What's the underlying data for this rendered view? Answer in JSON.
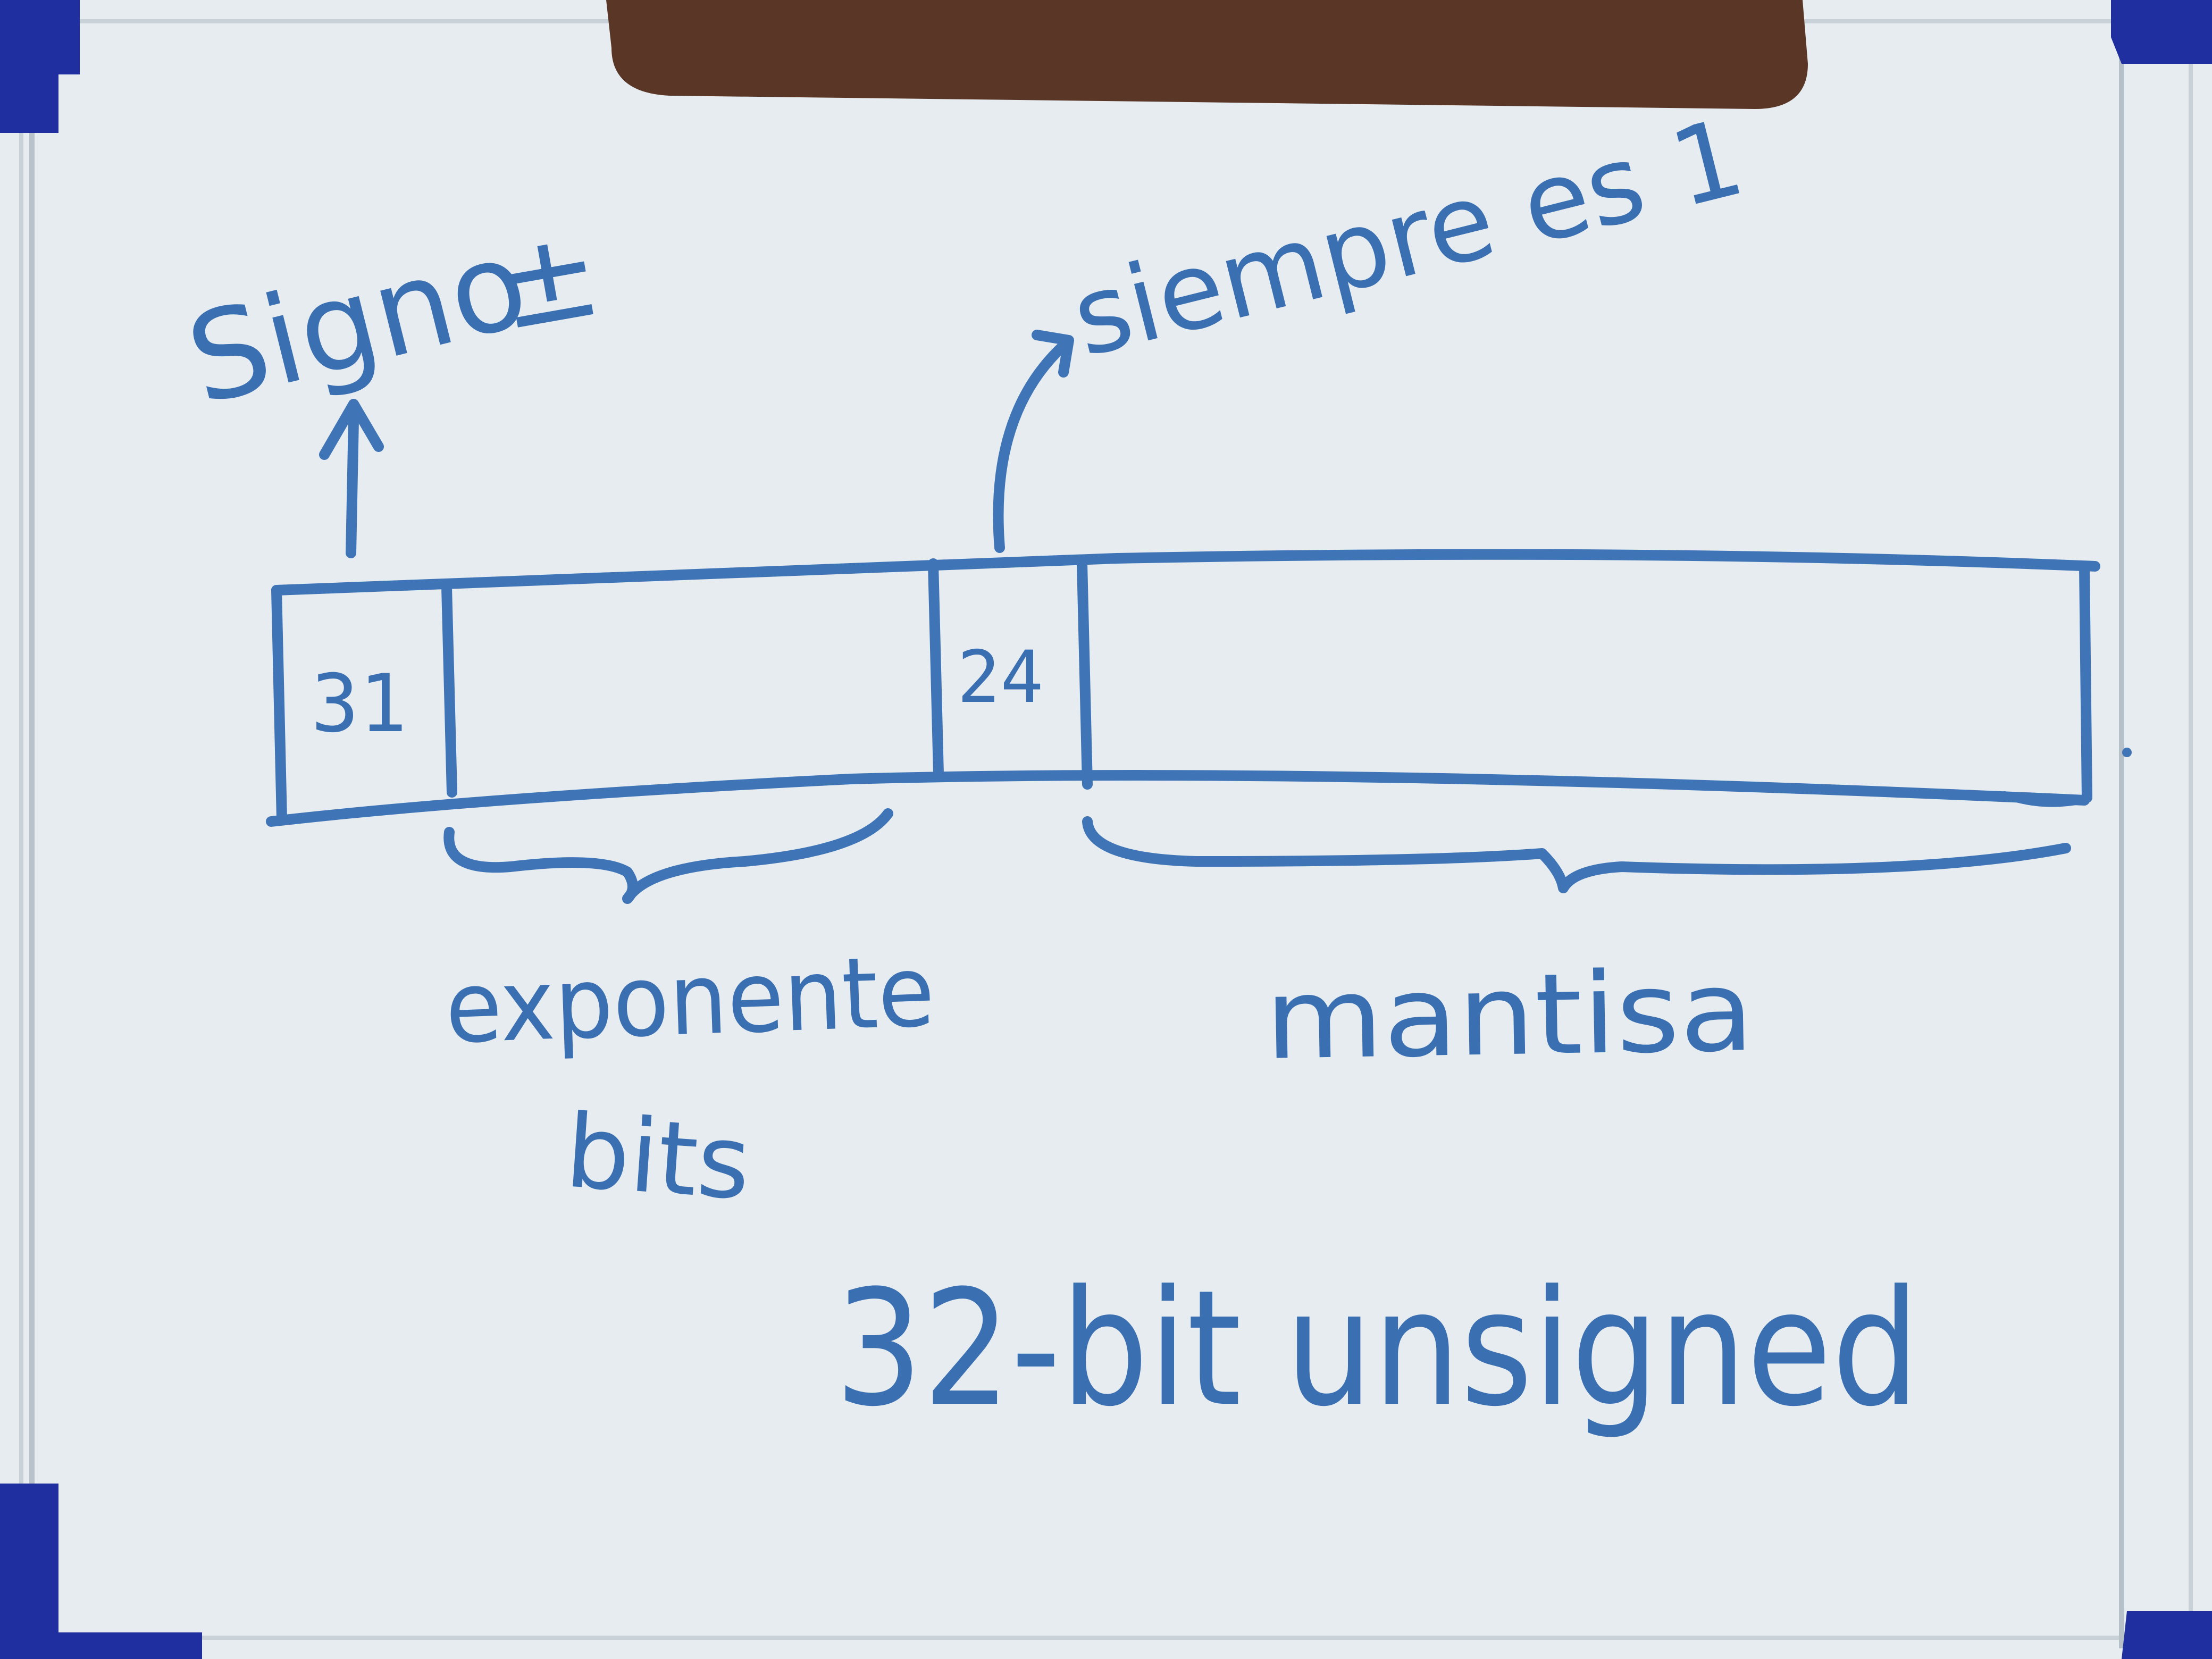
{
  "diagram": {
    "sign_label": "Signo",
    "sign_symbol": "±",
    "always_one_label": "siempre es 1",
    "bit_31": "31",
    "bit_24": "24",
    "exponent_label_line1": "exponente",
    "exponent_label_line2": "bits",
    "mantissa_label": "mantisa",
    "caption": "32-bit unsigned"
  },
  "colors": {
    "ink": "#3f74b6",
    "board": "#e6ecf0",
    "magnet": "#1f2fa0",
    "eraser": "#5a3626"
  }
}
